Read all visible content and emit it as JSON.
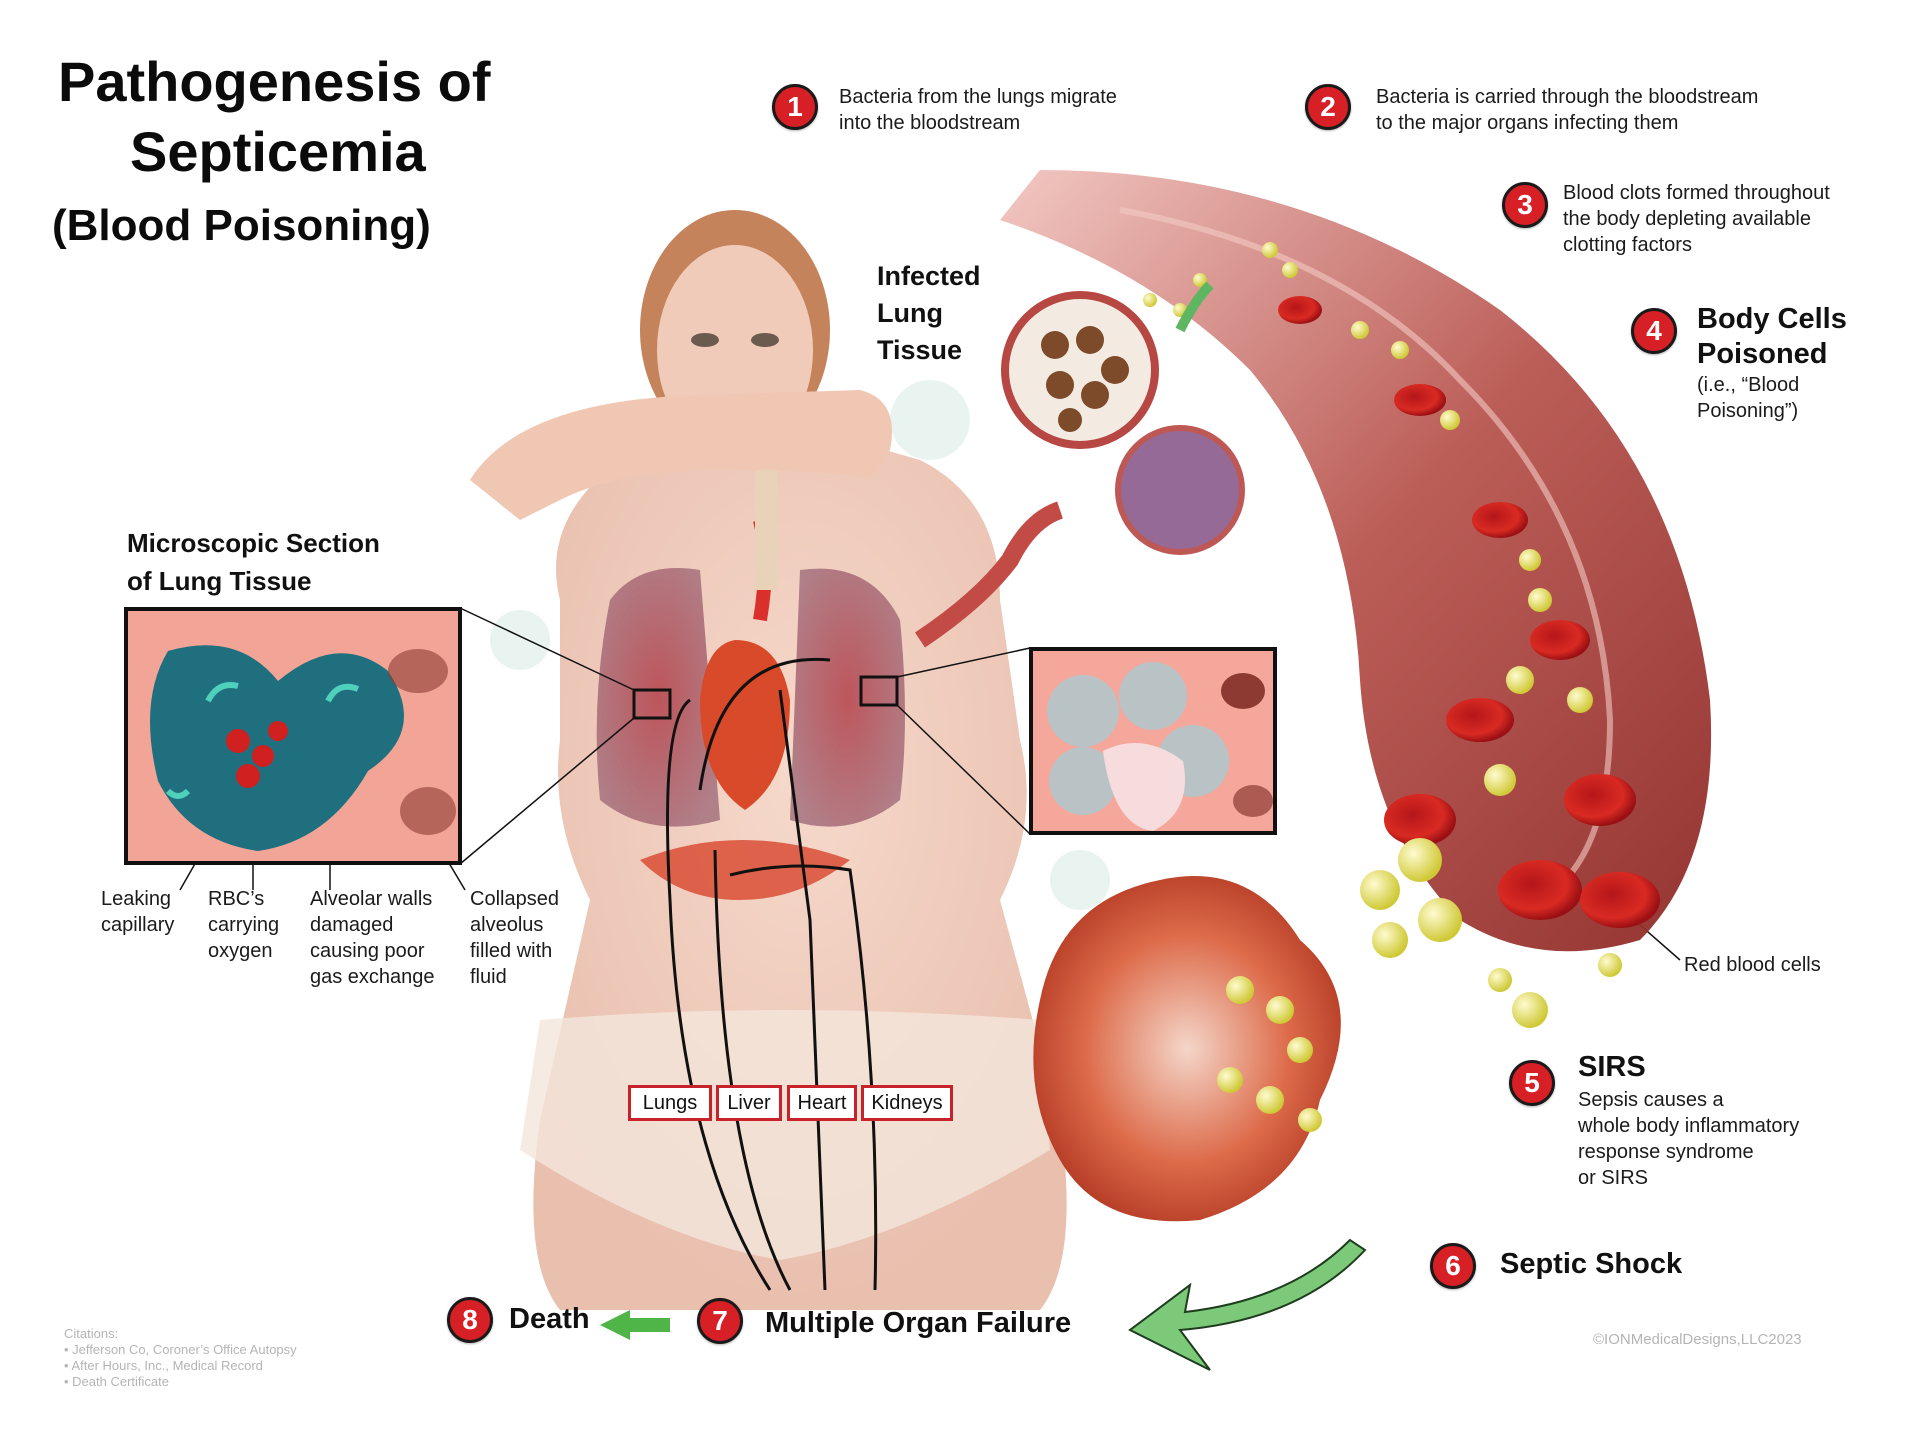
{
  "title": {
    "line1": "Pathogenesis of",
    "line2": "Septicemia",
    "line3": "(Blood Poisoning)"
  },
  "steps": [
    {
      "number": "1",
      "heading": "",
      "text_lines": [
        "Bacteria from the lungs migrate",
        "into the bloodstream"
      ]
    },
    {
      "number": "2",
      "heading": "",
      "text_lines": [
        "Bacteria is carried through the bloodstream",
        "to the major organs infecting them"
      ]
    },
    {
      "number": "3",
      "heading": "",
      "text_lines": [
        "Blood clots formed throughout",
        "the body depleting available",
        "clotting factors"
      ]
    },
    {
      "number": "4",
      "heading_lines": [
        "Body Cells",
        "Poisoned"
      ],
      "text_lines": [
        "(i.e., “Blood",
        "Poisoning”)"
      ]
    },
    {
      "number": "5",
      "heading": "SIRS",
      "text_lines": [
        "Sepsis causes a",
        "whole body inflammatory",
        "response syndrome",
        "or SIRS"
      ]
    },
    {
      "number": "6",
      "heading": "Septic Shock"
    },
    {
      "number": "7",
      "heading": "Multiple Organ Failure"
    },
    {
      "number": "8",
      "heading": "Death"
    }
  ],
  "labels": {
    "infected_lung_tissue": [
      "Infected",
      "Lung",
      "Tissue"
    ],
    "microscopic_section": [
      "Microscopic Section",
      "of Lung Tissue"
    ],
    "leaking_capillary": [
      "Leaking",
      "capillary"
    ],
    "rbcs_carrying_oxygen": [
      "RBC’s",
      "carrying",
      "oxygen"
    ],
    "alveolar_walls": [
      "Alveolar walls",
      "damaged",
      "causing poor",
      "gas exchange"
    ],
    "collapsed_alveolus": [
      "Collapsed",
      "alveolus",
      "filled with",
      "fluid"
    ],
    "red_blood_cells": "Red blood cells"
  },
  "organs": [
    "Lungs",
    "Liver",
    "Heart",
    "Kidneys"
  ],
  "citations": {
    "heading": "Citations:",
    "items": [
      "• Jefferson Co, Coroner’s Office Autopsy",
      "• After Hours, Inc., Medical Record",
      "• Death Certificate"
    ]
  },
  "copyright": "©IONMedicalDesigns,LLC2023",
  "colors": {
    "badge_red": "#d71f26",
    "organ_box_border": "#c8232b",
    "arrow_green": "#7dc97a",
    "alveoli_fluid_teal": "#1f6f7f",
    "tissue_pink": "#f4a79a",
    "vessel_wall": "#b75a5a",
    "blood_dark": "#7a1418",
    "rbc_red": "#d0201f",
    "bacteria_yellow": "#e9e66a"
  }
}
